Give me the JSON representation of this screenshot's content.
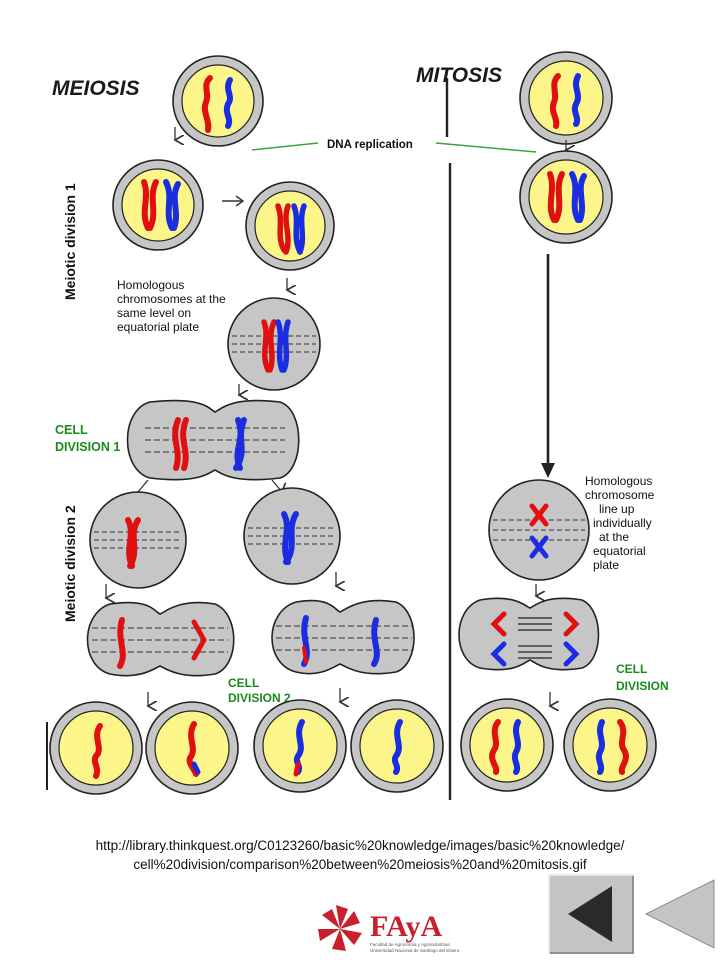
{
  "titles": {
    "meiosis": "MEIOSIS",
    "mitosis": "MITOSIS",
    "division_1": "Meiotic division 1",
    "division_2": "Meiotic division 2"
  },
  "labels": {
    "dna_replication": "DNA replication",
    "homologous_meiosis": [
      "Homologous",
      "chromosomes at the",
      "same level on",
      "equatorial plate"
    ],
    "cell_division_1": [
      "CELL",
      "DIVISION 1"
    ],
    "cell_division_2": [
      "CELL",
      "DIVISION 2"
    ],
    "homologous_mitosis": [
      "Homologous",
      "chromosome",
      "line up",
      "individually",
      "at the",
      "equatorial",
      "plate"
    ],
    "cell_division": [
      "CELL",
      "DIVISION"
    ]
  },
  "source": {
    "line1": "http://library.thinkquest.org/C0123260/basic%20knowledge/images/basic%20knowledge/",
    "line2": "cell%20division/comparison%20between%20meiosis%20and%20mitosis.gif"
  },
  "logo": {
    "text": "FAyA",
    "subtext": "Facultad de Agronomía y Agroindustrias",
    "subtext2": "Universidad Nacional de Santiago del Estero"
  },
  "colors": {
    "chromosome_red": "#e01010",
    "chromosome_blue": "#1a2de0",
    "nucleus_yellow": "#fbf58a",
    "cell_gray": "#c6c6c6",
    "label_green": "#1a8a1a",
    "line_green": "#3aa33a"
  },
  "navigation": {
    "previous_button": "square-button",
    "back_button": "triangle-left-icon"
  }
}
